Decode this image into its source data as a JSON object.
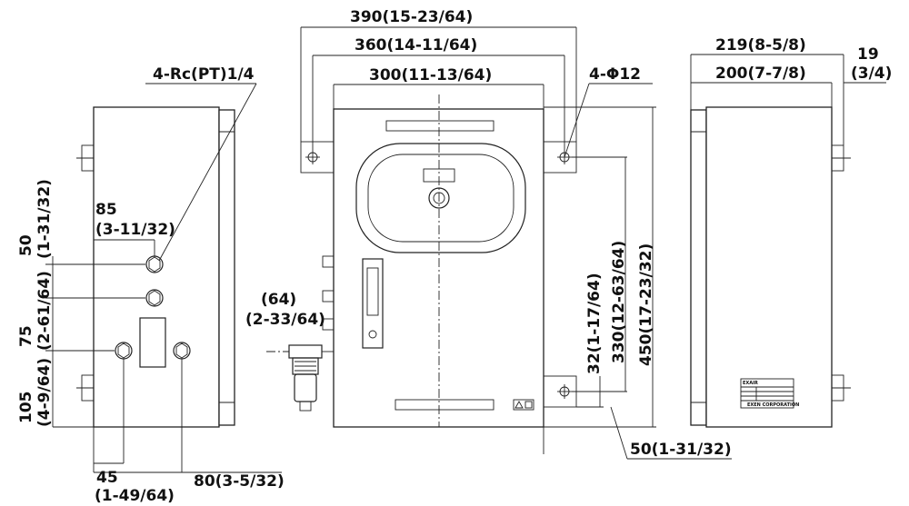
{
  "diagram": {
    "labels": {
      "dim_390": "390(15-23/64)",
      "dim_360": "360(14-11/64)",
      "dim_300": "300(11-13/64)",
      "port_note": "4-Rc(PT)1/4",
      "hole_note": "4-Φ12",
      "dim_219": "219(8-5/8)",
      "dim_200": "200(7-7/8)",
      "dim_19": "19",
      "dim_19_in": "(3/4)",
      "dim_85": "85",
      "dim_85_in": "(3-11/32)",
      "dim_50_left": "50",
      "dim_50_left_in": "(1-31/32)",
      "dim_75": "75",
      "dim_75_in": "(2-61/64)",
      "dim_105": "105",
      "dim_105_in": "(4-9/64)",
      "dim_45": "45",
      "dim_45_in": "(1-49/64)",
      "dim_80": "80(3-5/32)",
      "dim_64": "(64)",
      "dim_64_in": "(2-33/64)",
      "dim_32": "32(1-17/64)",
      "dim_330": "330(12-63/64)",
      "dim_450": "450(17-23/32)",
      "dim_50_bottom": "50(1-31/32)"
    },
    "nameplate": {
      "line1": "EXAIR",
      "line2": "EXEN CORPORATION"
    }
  }
}
